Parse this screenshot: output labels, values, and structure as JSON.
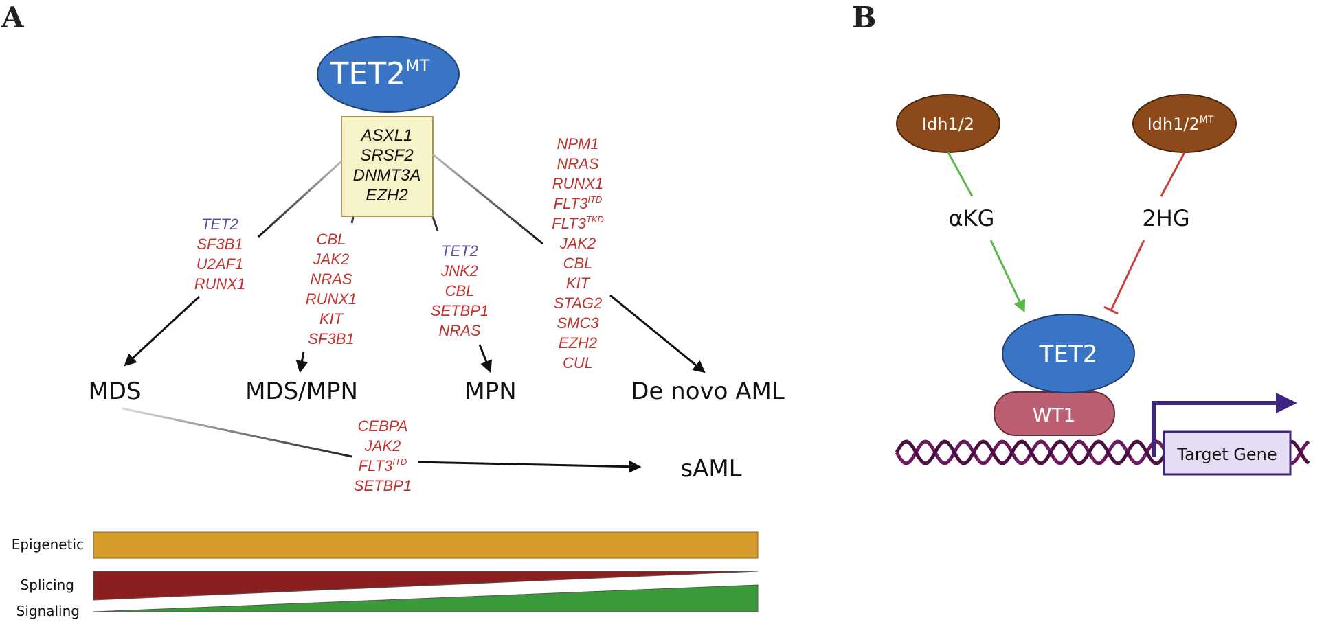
{
  "panel_a": {
    "letter": "A",
    "top_node": {
      "label": "TET2",
      "sup": "MT"
    },
    "box_genes": [
      "ASXL1",
      "SRSF2",
      "DNMT3A",
      "EZH2"
    ],
    "mds_genes": [
      "TET2",
      "SF3B1",
      "U2AF1",
      "RUNX1"
    ],
    "mdsmpn_genes": [
      "CBL",
      "JAK2",
      "NRAS",
      "RUNX1",
      "KIT",
      "SF3B1"
    ],
    "mpn_genes": [
      "TET2",
      "JNK2",
      "CBL",
      "SETBP1",
      "NRAS"
    ],
    "aml_genes": [
      "NPM1",
      "NRAS",
      "RUNX1",
      "FLT3",
      "FLT3",
      "JAK2",
      "CBL",
      "KIT",
      "STAG2",
      "SMC3",
      "EZH2",
      "CUL"
    ],
    "aml_gene_sups": {
      "3": "ITD",
      "4": "TKD"
    },
    "saml_genes": [
      "CEBPA",
      "JAK2",
      "FLT3",
      "SETBP1"
    ],
    "saml_gene_sups": {
      "2": "ITD"
    },
    "outcomes": {
      "mds": "MDS",
      "mdsmpn": "MDS/MPN",
      "mpn": "MPN",
      "denovo": "De novo AML",
      "saml": "sAML"
    },
    "bars": {
      "epigenetic": "Epigenetic",
      "splicing": "Splicing",
      "signaling": "Signaling"
    },
    "colors": {
      "epigenetic": "#d49a2a",
      "splicing": "#8b1f1f",
      "signaling": "#3a9a3a",
      "gene_red": "#c0322f",
      "gene_blue": "#5a4f9e",
      "tet2_node": "#3a74c4",
      "box_fill": "#f7f3c8"
    }
  },
  "panel_b": {
    "letter": "B",
    "idh_wt": "Idh1/2",
    "idh_mt": {
      "label": "Idh1/2",
      "sup": "MT"
    },
    "akg": "αKG",
    "twohg": "2HG",
    "tet2": "TET2",
    "wt1": "WT1",
    "target_gene": "Target Gene",
    "colors": {
      "idh": "#8c4a1a",
      "activate": "#5cb84a",
      "inhibit": "#c8403a",
      "tet2": "#3a74c4",
      "wt1": "#bd5f72",
      "dna": "#6b1a5e",
      "target_box": "#e6ddf5",
      "arrow": "#3d2580"
    }
  }
}
